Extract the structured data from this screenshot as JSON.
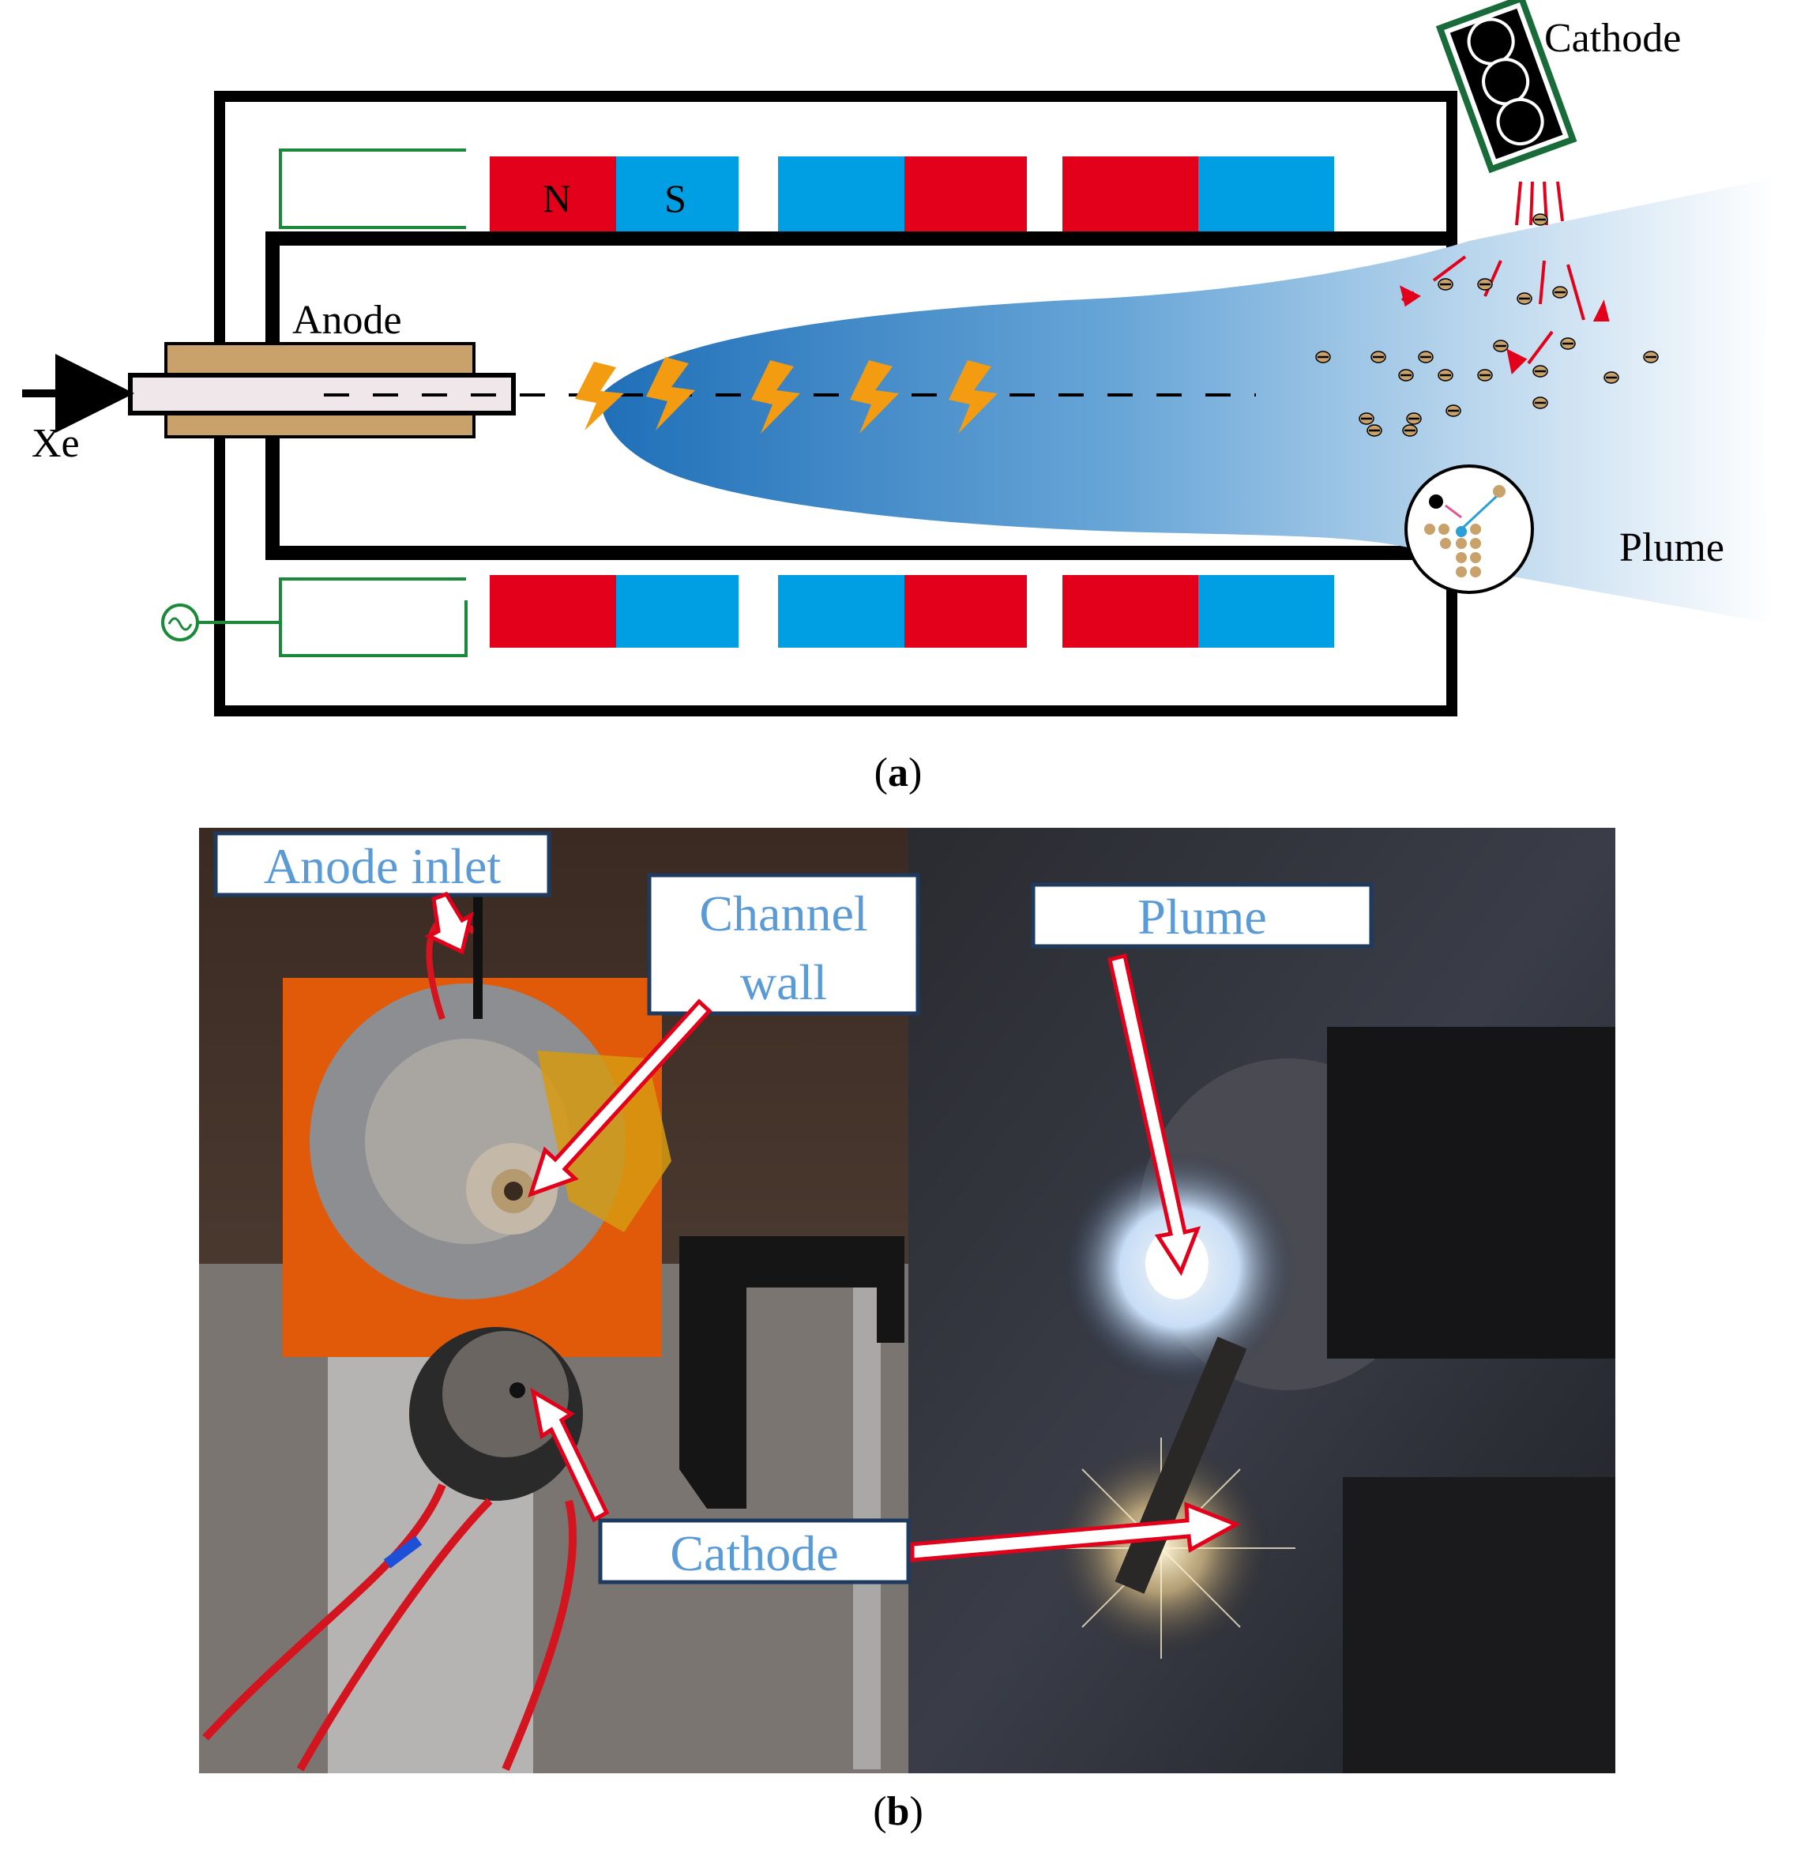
{
  "panel_a": {
    "caption_letter": "a",
    "labels": {
      "cathode": "Cathode",
      "anode": "Anode",
      "xe": "Xe",
      "plume": "Plume",
      "magnet_n": "N",
      "magnet_s": "S"
    },
    "colors": {
      "magnet_red": "#e2001a",
      "magnet_blue": "#009fe3",
      "anode_brown": "#c8a26a",
      "circuit_green": "#1a8a3a",
      "plume_blue": "#1f6fb8",
      "spark_orange": "#f39c12",
      "electron_arrow_red": "#e2001a"
    },
    "icons": [
      "ac-source-icon",
      "spark-icon",
      "electron-icon",
      "inlet-arrow-icon"
    ]
  },
  "panel_b": {
    "caption_letter": "b",
    "callouts": {
      "anode_inlet": "Anode inlet",
      "channel_wall_line1": "Channel",
      "channel_wall_line2": "wall",
      "plume": "Plume",
      "cathode": "Cathode"
    },
    "colors": {
      "callout_text": "#5b9bd5",
      "callout_border": "#1f3a5f",
      "arrow_red": "#e2001a"
    }
  }
}
